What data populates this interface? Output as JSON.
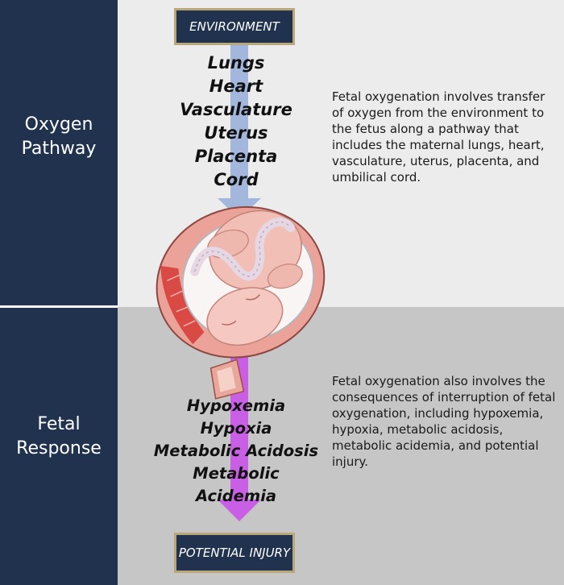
{
  "sidebar": {
    "top_label": [
      "Oxygen",
      "Pathway"
    ],
    "bottom_label": [
      "Fetal",
      "Response"
    ]
  },
  "environment_tag": "ENVIRONMENT",
  "pathway_items": [
    "Lungs",
    "Heart",
    "Vasculature",
    "Uterus",
    "Placenta",
    "Cord"
  ],
  "response_items": [
    "Hypoxemia",
    "Hypoxia",
    "Metabolic Acidosis",
    "Metabolic Acidemia"
  ],
  "injury_tag": "POTENTIAL INJURY",
  "top_description": [
    "Fetal oxygenation involves transfer",
    "of oxygen from the environment to",
    "the fetus along a pathway that",
    "includes the maternal lungs, heart,",
    "vasculature, uterus, placenta, and",
    "umbilical cord."
  ],
  "bottom_description": [
    "Fetal oxygenation also involves the",
    "consequences of interruption of fetal",
    "oxygenation, including hypoxemia,",
    "hypoxia, metabolic acidosis,",
    "metabolic acidemia, and potential",
    "injury."
  ],
  "colors": {
    "navy": "#21324f",
    "gold_border": "#b9a77a",
    "top_arrow": "#a3b6dc",
    "bottom_arrow": "#c85fe4"
  }
}
